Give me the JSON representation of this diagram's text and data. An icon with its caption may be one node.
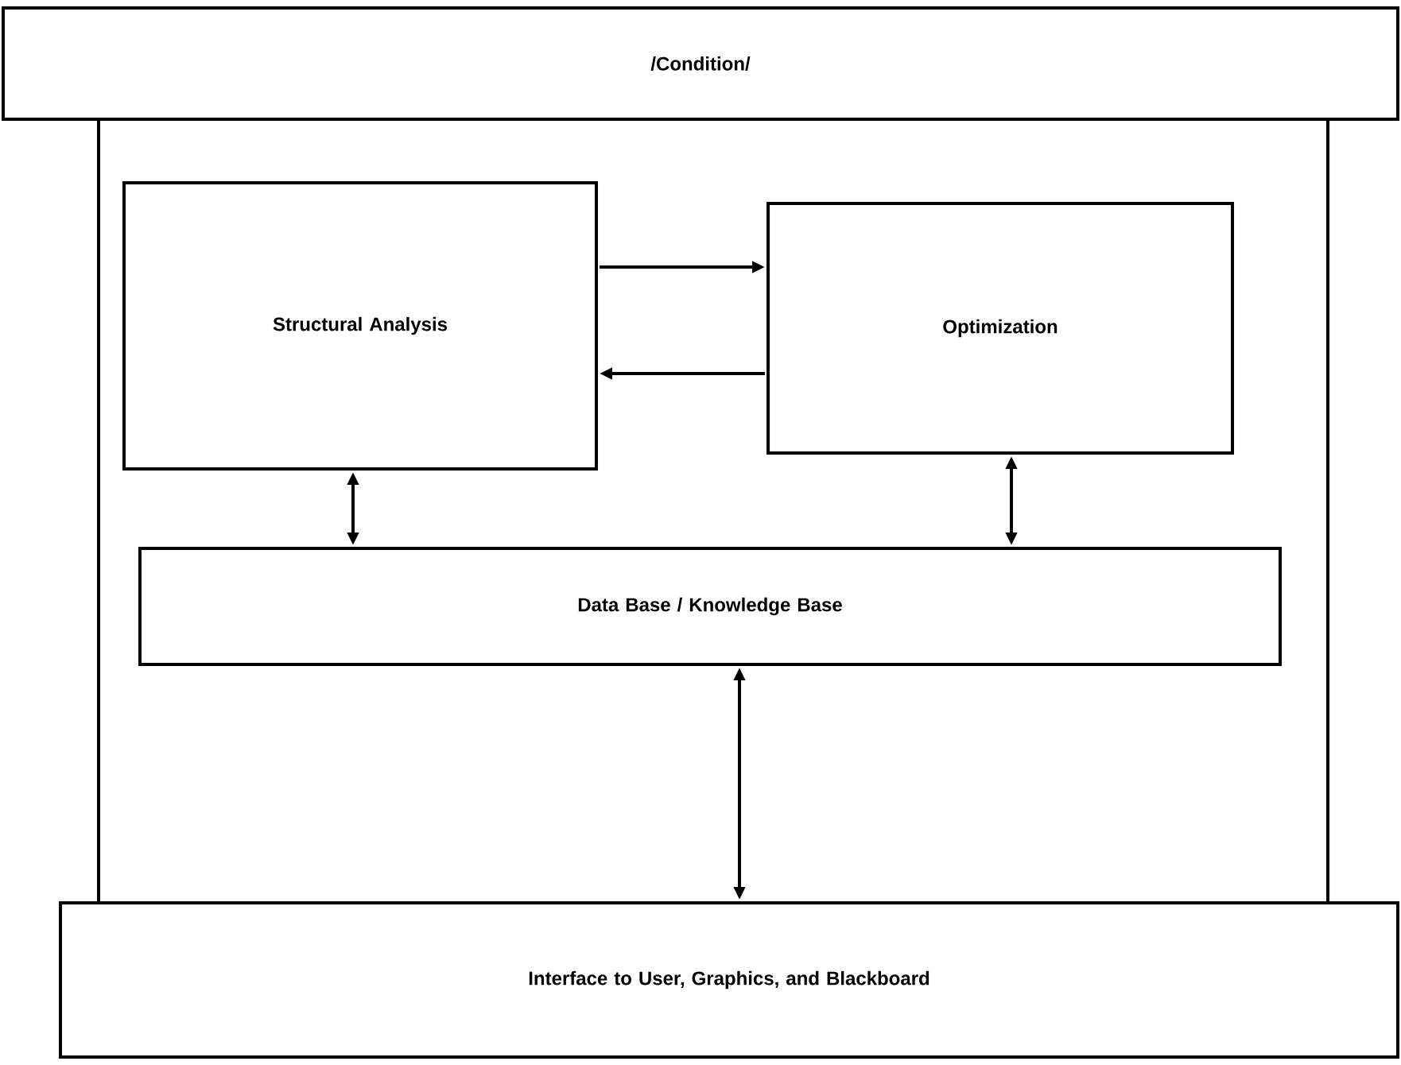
{
  "diagram": {
    "nodes": [
      {
        "text": [
          "/Condition/"
        ]
      },
      {
        "text": [
          "Structural Analysis"
        ]
      },
      {
        "text": [
          "Optimization"
        ]
      },
      {
        "text": [
          "Data Base / Knowledge Base"
        ]
      },
      {
        "text": [
          "Interface to User, Graphics, and Blackboard"
        ]
      }
    ],
    "edges": [
      {
        "from": 1,
        "to": 2,
        "arrow": "to"
      },
      {
        "from": 2,
        "to": 1,
        "arrow": "to"
      },
      {
        "from": 1,
        "to": 3,
        "arrow": "both"
      },
      {
        "from": 2,
        "to": 3,
        "arrow": "both"
      },
      {
        "from": 3,
        "to": 4,
        "arrow": "both"
      }
    ]
  }
}
